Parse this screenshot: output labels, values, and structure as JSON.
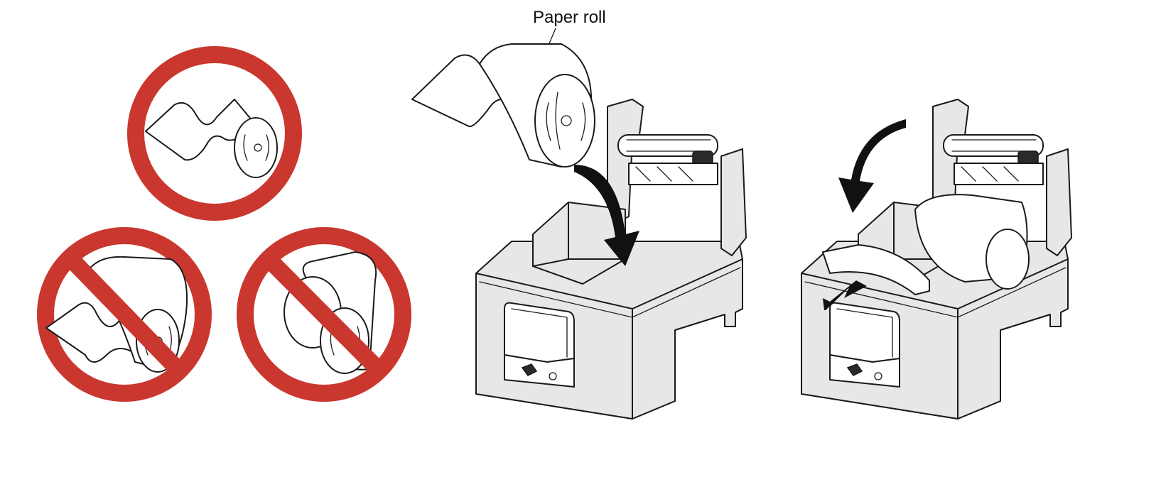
{
  "callout": {
    "paper_roll": "Paper roll"
  },
  "colors": {
    "prohibition": "#c9372f",
    "printer_body": "#e6e7e9",
    "ink": "#1a1a1a"
  },
  "panels": [
    {
      "id": "incorrect-rolls",
      "icons": [
        "prohibited-none-icon",
        "prohibited-slash-icon",
        "prohibited-slash-icon"
      ]
    },
    {
      "id": "insert-roll",
      "icons": [
        "paper-roll-icon",
        "curved-arrow-down-icon",
        "printer-open-icon"
      ]
    },
    {
      "id": "pull-paper-close-cover",
      "icons": [
        "curved-arrow-left-icon",
        "straight-arrow-icon",
        "printer-loaded-icon"
      ]
    }
  ]
}
